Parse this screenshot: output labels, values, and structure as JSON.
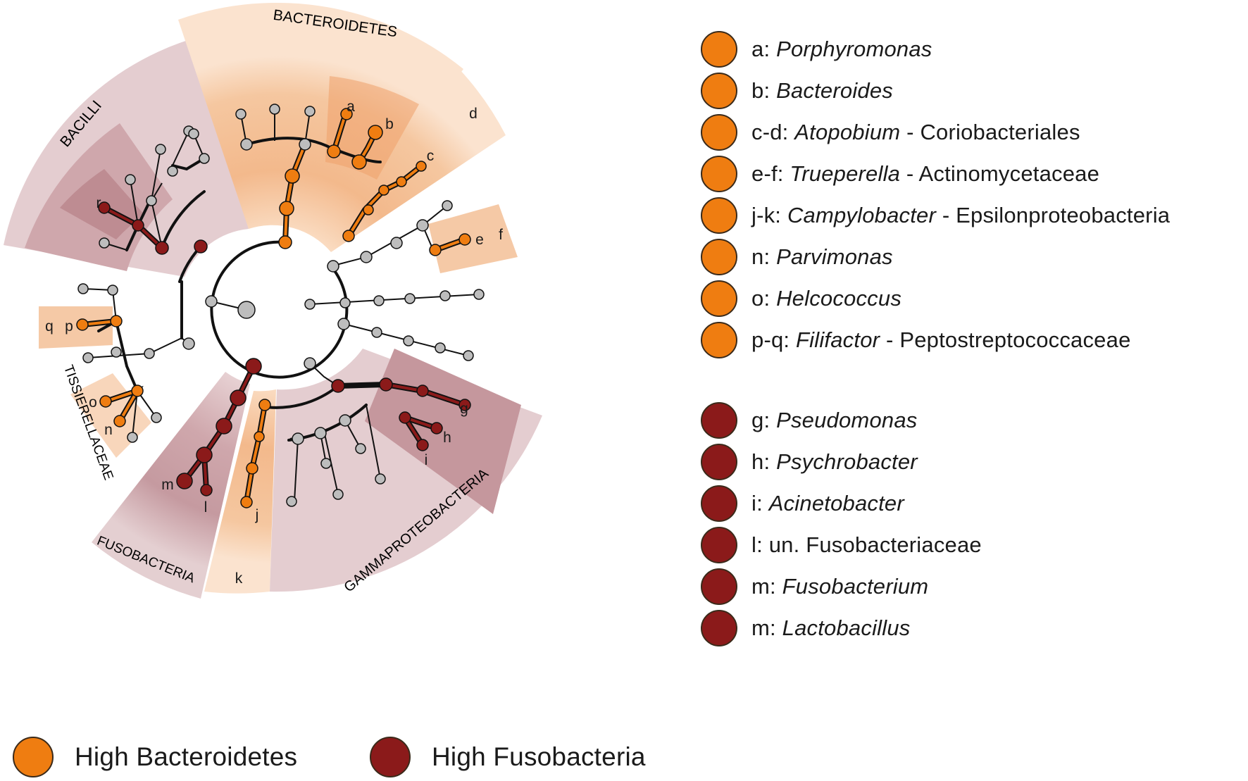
{
  "colors": {
    "bacteroidetes": "#ef7d11",
    "fusobacteria": "#8b1a1a",
    "neutral_node": "#bdbdbd",
    "bacteroidetes_shade": "#f2b27a",
    "fusobacteria_shade": "#c79aa0"
  },
  "clade_labels": {
    "bacteroidetes": "BACTEROIDETES",
    "bacilli": "BACILLI",
    "tissierellaceae": "TISSIERELLACEAE",
    "fusobacteria": "FUSOBACTERIA",
    "gammaproteobacteria": "GAMMAPROTEOBACTERIA"
  },
  "node_letters": [
    "a",
    "b",
    "c",
    "d",
    "e",
    "f",
    "g",
    "h",
    "i",
    "j",
    "k",
    "l",
    "m",
    "n",
    "o",
    "p",
    "q",
    "r"
  ],
  "legend_high_bacteroidetes": [
    {
      "key": "a: ",
      "taxon": "Porphyromonas",
      "suffix": ""
    },
    {
      "key": "b: ",
      "taxon": "Bacteroides",
      "suffix": ""
    },
    {
      "key": "c-d: ",
      "taxon": "Atopobium",
      "suffix": " - Coriobacteriales"
    },
    {
      "key": "e-f: ",
      "taxon": "Trueperella",
      "suffix": " - Actinomycetaceae"
    },
    {
      "key": "j-k: ",
      "taxon": "Campylobacter",
      "suffix": " - Epsilonproteobacteria"
    },
    {
      "key": "n: ",
      "taxon": "Parvimonas",
      "suffix": ""
    },
    {
      "key": "o: ",
      "taxon": "Helcococcus",
      "suffix": ""
    },
    {
      "key": "p-q: ",
      "taxon": "Filifactor",
      "suffix": " - Peptostreptococcaceae"
    }
  ],
  "legend_high_fusobacteria": [
    {
      "key": "g: ",
      "taxon": "Pseudomonas",
      "suffix": ""
    },
    {
      "key": "h: ",
      "taxon": "Psychrobacter",
      "suffix": ""
    },
    {
      "key": "i: ",
      "taxon": "Acinetobacter",
      "suffix": ""
    },
    {
      "key": "l: ",
      "taxon": "",
      "suffix": "un. Fusobacteriaceae"
    },
    {
      "key": "m: ",
      "taxon": "Fusobacterium",
      "suffix": ""
    },
    {
      "key": "m: ",
      "taxon": "Lactobacillus",
      "suffix": ""
    }
  ],
  "group_key": {
    "bacteroidetes_label": "High Bacteroidetes",
    "fusobacteria_label": "High Fusobacteria"
  }
}
